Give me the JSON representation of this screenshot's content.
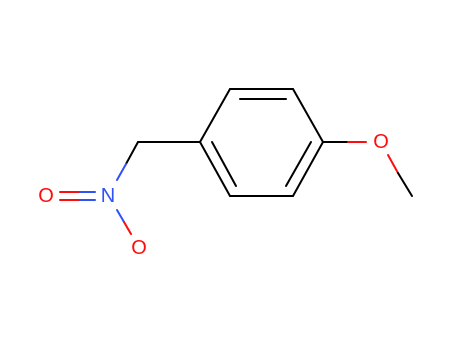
{
  "molecule": {
    "atoms": [
      {
        "id": "O-methoxy",
        "symbol": "O",
        "color": "#ff0d0d"
      },
      {
        "id": "N-nitro",
        "symbol": "N",
        "color": "#3050f8"
      },
      {
        "id": "O-nitro-top",
        "symbol": "O",
        "color": "#ff0d0d"
      },
      {
        "id": "O-nitro-bottom",
        "symbol": "O",
        "color": "#ff0d0d"
      }
    ],
    "colors": {
      "bond": "#000000",
      "oxygen": "#ff0d0d",
      "nitrogen": "#3050f8",
      "background": "#ffffff"
    }
  }
}
